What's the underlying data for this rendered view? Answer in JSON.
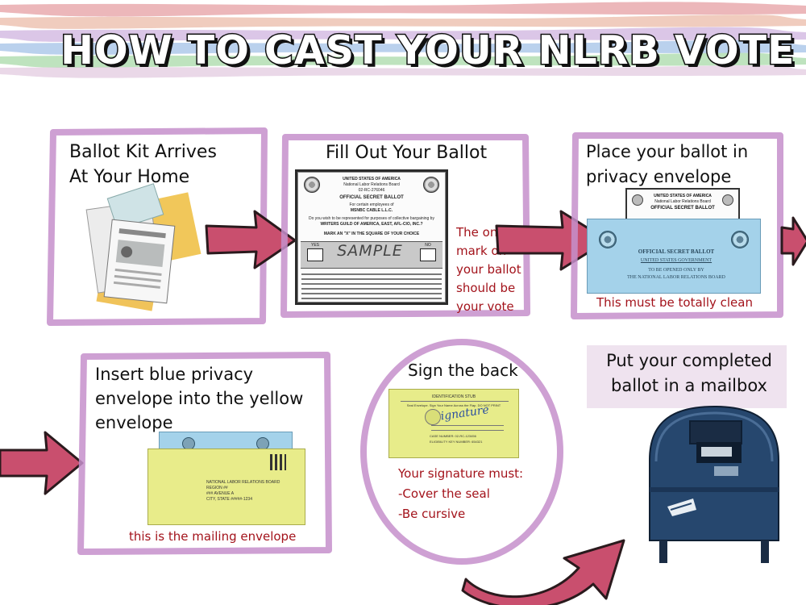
{
  "title": "HOW TO CAST YOUR NLRB VOTE",
  "colors": {
    "frame": "#c58fcb",
    "arrow": "#c94f6e",
    "note_red": "#a3131b",
    "envelope_blue": "#a4d2ea",
    "envelope_yellow": "#e8ec8a",
    "mailbox_blue": "#26476e"
  },
  "steps": [
    {
      "label": [
        "Ballot Kit Arrives",
        "At Your Home"
      ]
    },
    {
      "label": [
        "Fill Out Your Ballot"
      ],
      "note": [
        "The only",
        "mark on",
        "your ballot",
        "should be",
        "your vote"
      ]
    },
    {
      "label": [
        "Place your ballot in",
        "privacy envelope"
      ],
      "note": [
        "This must be totally clean"
      ]
    },
    {
      "label": [
        "Insert blue privacy",
        "envelope into the yellow",
        "envelope"
      ],
      "note": [
        "this is the mailing envelope"
      ]
    },
    {
      "label": [
        "Sign the back"
      ],
      "note": [
        "Your signature must:",
        "-Cover the seal",
        "-Be cursive"
      ]
    },
    {
      "label": [
        "Put your completed",
        "ballot in a mailbox"
      ]
    }
  ],
  "ballot": {
    "lines": [
      "UNITED STATES OF AMERICA",
      "National Labor Relations Board",
      "02-RC-276046",
      "OFFICIAL SECRET BALLOT",
      "For certain employees of",
      "MSNBC CABLE L.L.C.",
      "Do you wish to be represented for purposes of collective bargaining by",
      "WRITERS GUILD OF AMERICA, EAST, AFL-CIO, INC.?",
      "MARK AN \"X\" IN THE SQUARE OF YOUR CHOICE"
    ],
    "yes": "YES",
    "no": "NO",
    "watermark": "SAMPLE"
  },
  "privacy_envelope": {
    "behind_lines": [
      "UNITED STATES OF AMERICA",
      "National Labor Relations Board",
      "OFFICIAL SECRET BALLOT"
    ],
    "lines": [
      "OFFICIAL SECRET BALLOT",
      "UNITED STATES GOVERNMENT",
      "TO BE OPENED ONLY BY",
      "THE NATIONAL LABOR RELATIONS BOARD"
    ]
  },
  "mailing_envelope": {
    "address": [
      "NATIONAL LABOR RELATIONS BOARD",
      "REGION ##",
      "### AVENUE A",
      "CITY, STATE #####-1234"
    ]
  },
  "id_stub": {
    "heading": "IDENTIFICATION STUB",
    "instruction": "Seal Envelope. Sign Your Name Across the Flap. DO NOT PRINT",
    "signature": "Signature",
    "case": "CASE NUMBER: 02-RC-123456",
    "voter": "ELIGIBILITY KEY NUMBER: 654321"
  }
}
